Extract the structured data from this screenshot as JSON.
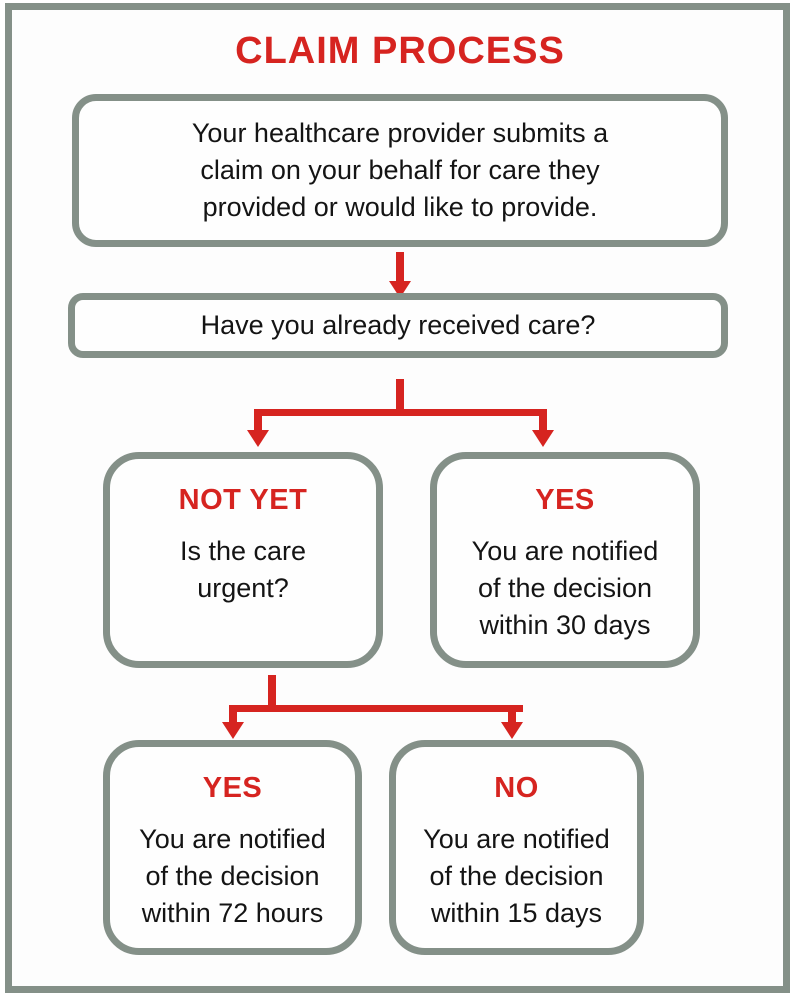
{
  "title": "CLAIM PROCESS",
  "colors": {
    "red": "#d62420",
    "gray": "#849088",
    "text": "#141414",
    "background": "#fdfdfd"
  },
  "icons": {
    "arrow_down": "red downward flow arrow"
  },
  "boxes": {
    "submit": {
      "lines": [
        "Your healthcare provider submits a",
        "claim on your behalf for care they",
        "provided or would like to provide."
      ]
    },
    "question": {
      "text": "Have you already received care?"
    },
    "not_yet": {
      "label": "NOT YET",
      "lines": [
        "Is the care",
        "urgent?"
      ]
    },
    "yes_30": {
      "label": "YES",
      "lines": [
        "You are notified",
        "of the decision",
        "within 30 days"
      ]
    },
    "yes_72": {
      "label": "YES",
      "lines": [
        "You are notified",
        "of the decision",
        "within 72 hours"
      ]
    },
    "no_15": {
      "label": "NO",
      "lines": [
        "You are notified",
        "of the decision",
        "within 15 days"
      ]
    }
  }
}
